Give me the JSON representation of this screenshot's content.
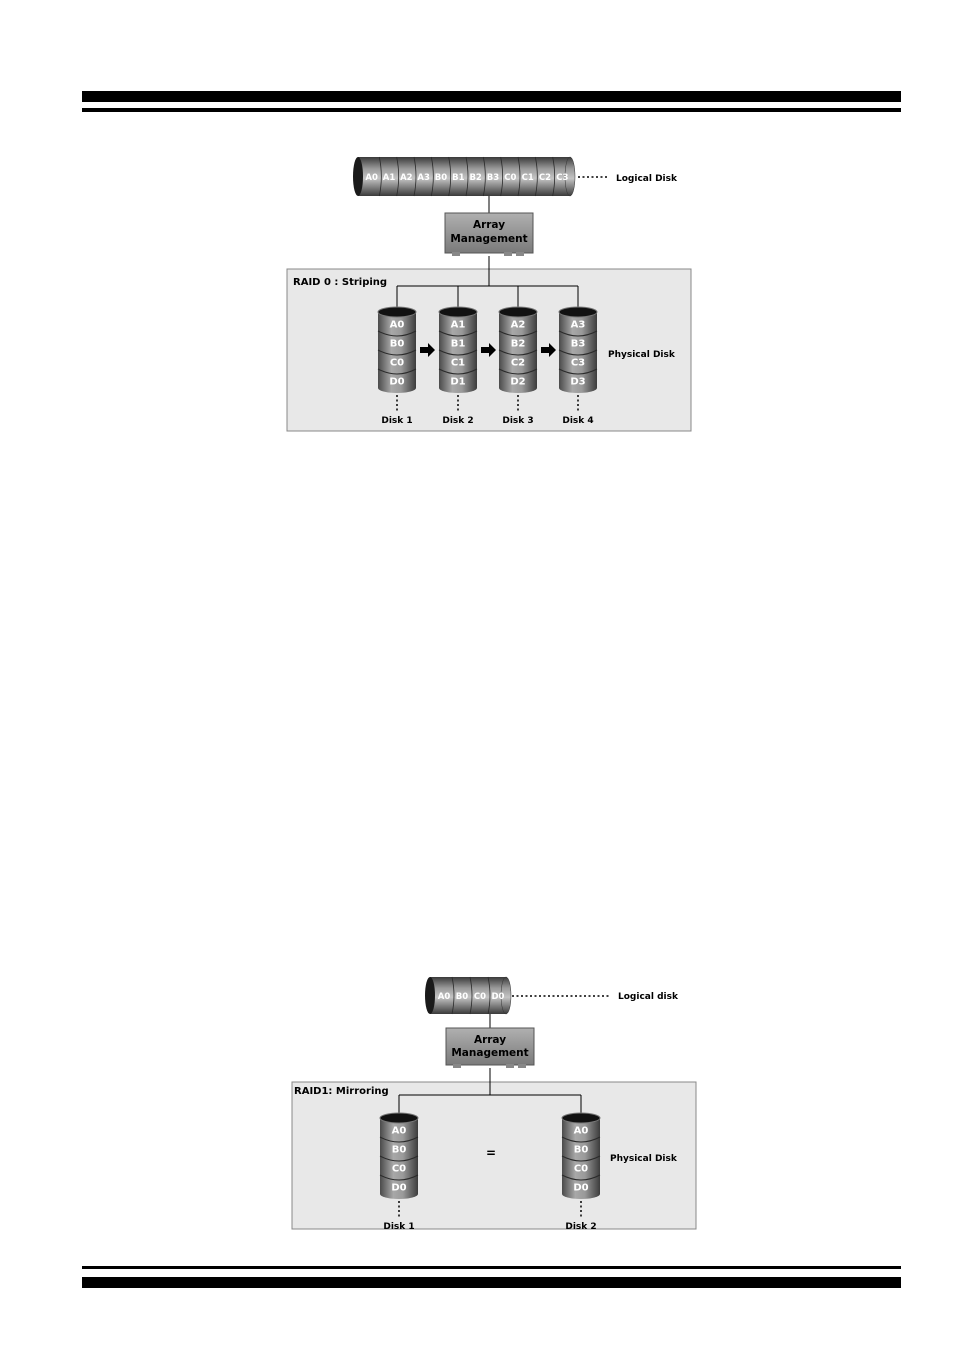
{
  "raid0": {
    "logical_blocks": [
      "A0",
      "A1",
      "A2",
      "A3",
      "B0",
      "B1",
      "B2",
      "B3",
      "C0",
      "C1",
      "C2",
      "C3"
    ],
    "logical_label": "Logical Disk",
    "array_line1": "Array",
    "array_line2": "Management",
    "title": "RAID 0 : Striping",
    "physical_label": "Physical Disk",
    "disks": [
      {
        "label": "Disk 1",
        "blocks": [
          "A0",
          "B0",
          "C0",
          "D0"
        ]
      },
      {
        "label": "Disk 2",
        "blocks": [
          "A1",
          "B1",
          "C1",
          "D1"
        ]
      },
      {
        "label": "Disk 3",
        "blocks": [
          "A2",
          "B2",
          "C2",
          "D2"
        ]
      },
      {
        "label": "Disk 4",
        "blocks": [
          "A3",
          "B3",
          "C3",
          "D3"
        ]
      }
    ]
  },
  "raid1": {
    "logical_blocks": [
      "A0",
      "B0",
      "C0",
      "D0"
    ],
    "logical_label": "Logical disk",
    "array_line1": "Array",
    "array_line2": "Management",
    "title": "RAID1: Mirroring",
    "equals": "=",
    "physical_label": "Physical Disk",
    "disks": [
      {
        "label": "Disk 1",
        "blocks": [
          "A0",
          "B0",
          "C0",
          "D0"
        ]
      },
      {
        "label": "Disk 2",
        "blocks": [
          "A0",
          "B0",
          "C0",
          "D0"
        ]
      }
    ]
  }
}
